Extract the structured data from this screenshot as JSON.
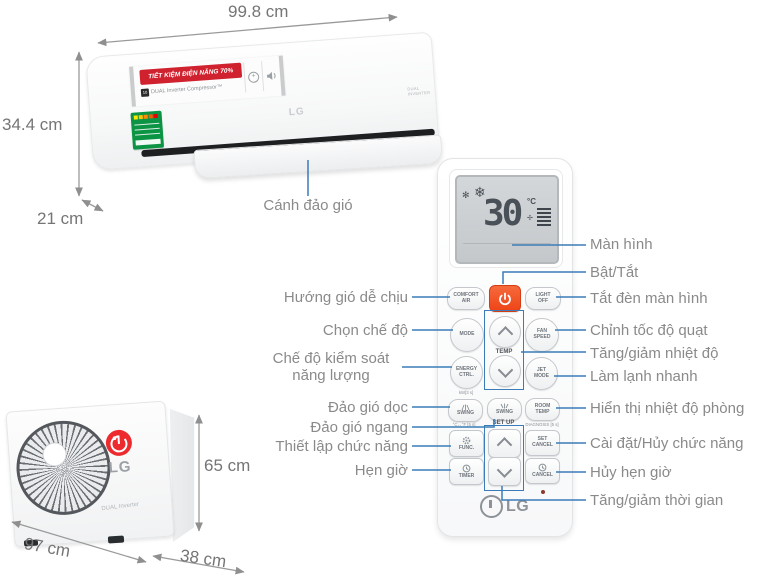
{
  "colors": {
    "callout_blue": "#3b7cb8",
    "power_orange": "#f04e23",
    "banner_red": "#d0212e",
    "energy_green": "#0b9444",
    "lg_red": "#ed2b2f",
    "label_gray": "#8a8a8a"
  },
  "dimensions": {
    "indoor_width": "99.8 cm",
    "indoor_height": "34.4 cm",
    "indoor_depth": "21 cm",
    "outdoor_width": "97 cm",
    "outdoor_depth": "38 cm",
    "outdoor_height": "65 cm"
  },
  "indoor": {
    "banner": "TIẾT KIỆM ĐIỆN NĂNG 70%",
    "warranty_badge": "10",
    "compressor": "DUAL Inverter Compressor™",
    "brand": "LG",
    "side_label": "DUAL INVERTER",
    "flap_callout": "Cánh đảo gió"
  },
  "outdoor": {
    "brand": "LG",
    "sub": "DUAL Inverter"
  },
  "remote": {
    "display": {
      "temp": "30",
      "unit": "°C",
      "mode_icon": "snowflake",
      "fan_icon": "fan"
    },
    "buttons": {
      "comfort_air": "COMFORT\nAIR",
      "light_off": "LIGHT\nOFF",
      "mode": "MODE",
      "fan_speed": "FAN\nSPEED",
      "energy_ctrl": "ENERGY\nCTRL.",
      "jet_mode": "JET\nMODE",
      "swing_v": "SWING",
      "swing_h": "SWING",
      "room_temp": "ROOM\nTEMP",
      "func": "FUNC.",
      "set_cancel": "SET\nCANCEL",
      "timer": "TIMER",
      "cancel": "CANCEL"
    },
    "labels": {
      "temp": "TEMP",
      "setup": "SET UP",
      "kw": "kW[3 s]",
      "swing_sub": "°C↔°F [5 s]",
      "diagnosis_sub": "DIAGNOSIS [5 s]"
    },
    "brand": "LG"
  },
  "callouts_left": [
    {
      "label": "Hướng gió dễ chịu"
    },
    {
      "label": "Chọn chế độ"
    },
    {
      "label": "Chế độ kiểm soát\nnăng lượng"
    },
    {
      "label": "Đảo gió dọc"
    },
    {
      "label": "Đảo gió ngang"
    },
    {
      "label": "Thiết lập chức năng"
    },
    {
      "label": "Hẹn giờ"
    }
  ],
  "callouts_right": [
    {
      "label": "Màn hình"
    },
    {
      "label": "Bật/Tắt"
    },
    {
      "label": "Tắt đèn màn hình"
    },
    {
      "label": "Chỉnh tốc độ quạt"
    },
    {
      "label": "Tăng/giảm nhiệt độ"
    },
    {
      "label": "Làm lạnh nhanh"
    },
    {
      "label": "Hiển thị nhiệt độ phòng"
    },
    {
      "label": "Cài đặt/Hủy chức năng"
    },
    {
      "label": "Hủy hẹn giờ"
    },
    {
      "label": "Tăng/giảm thời gian"
    }
  ]
}
